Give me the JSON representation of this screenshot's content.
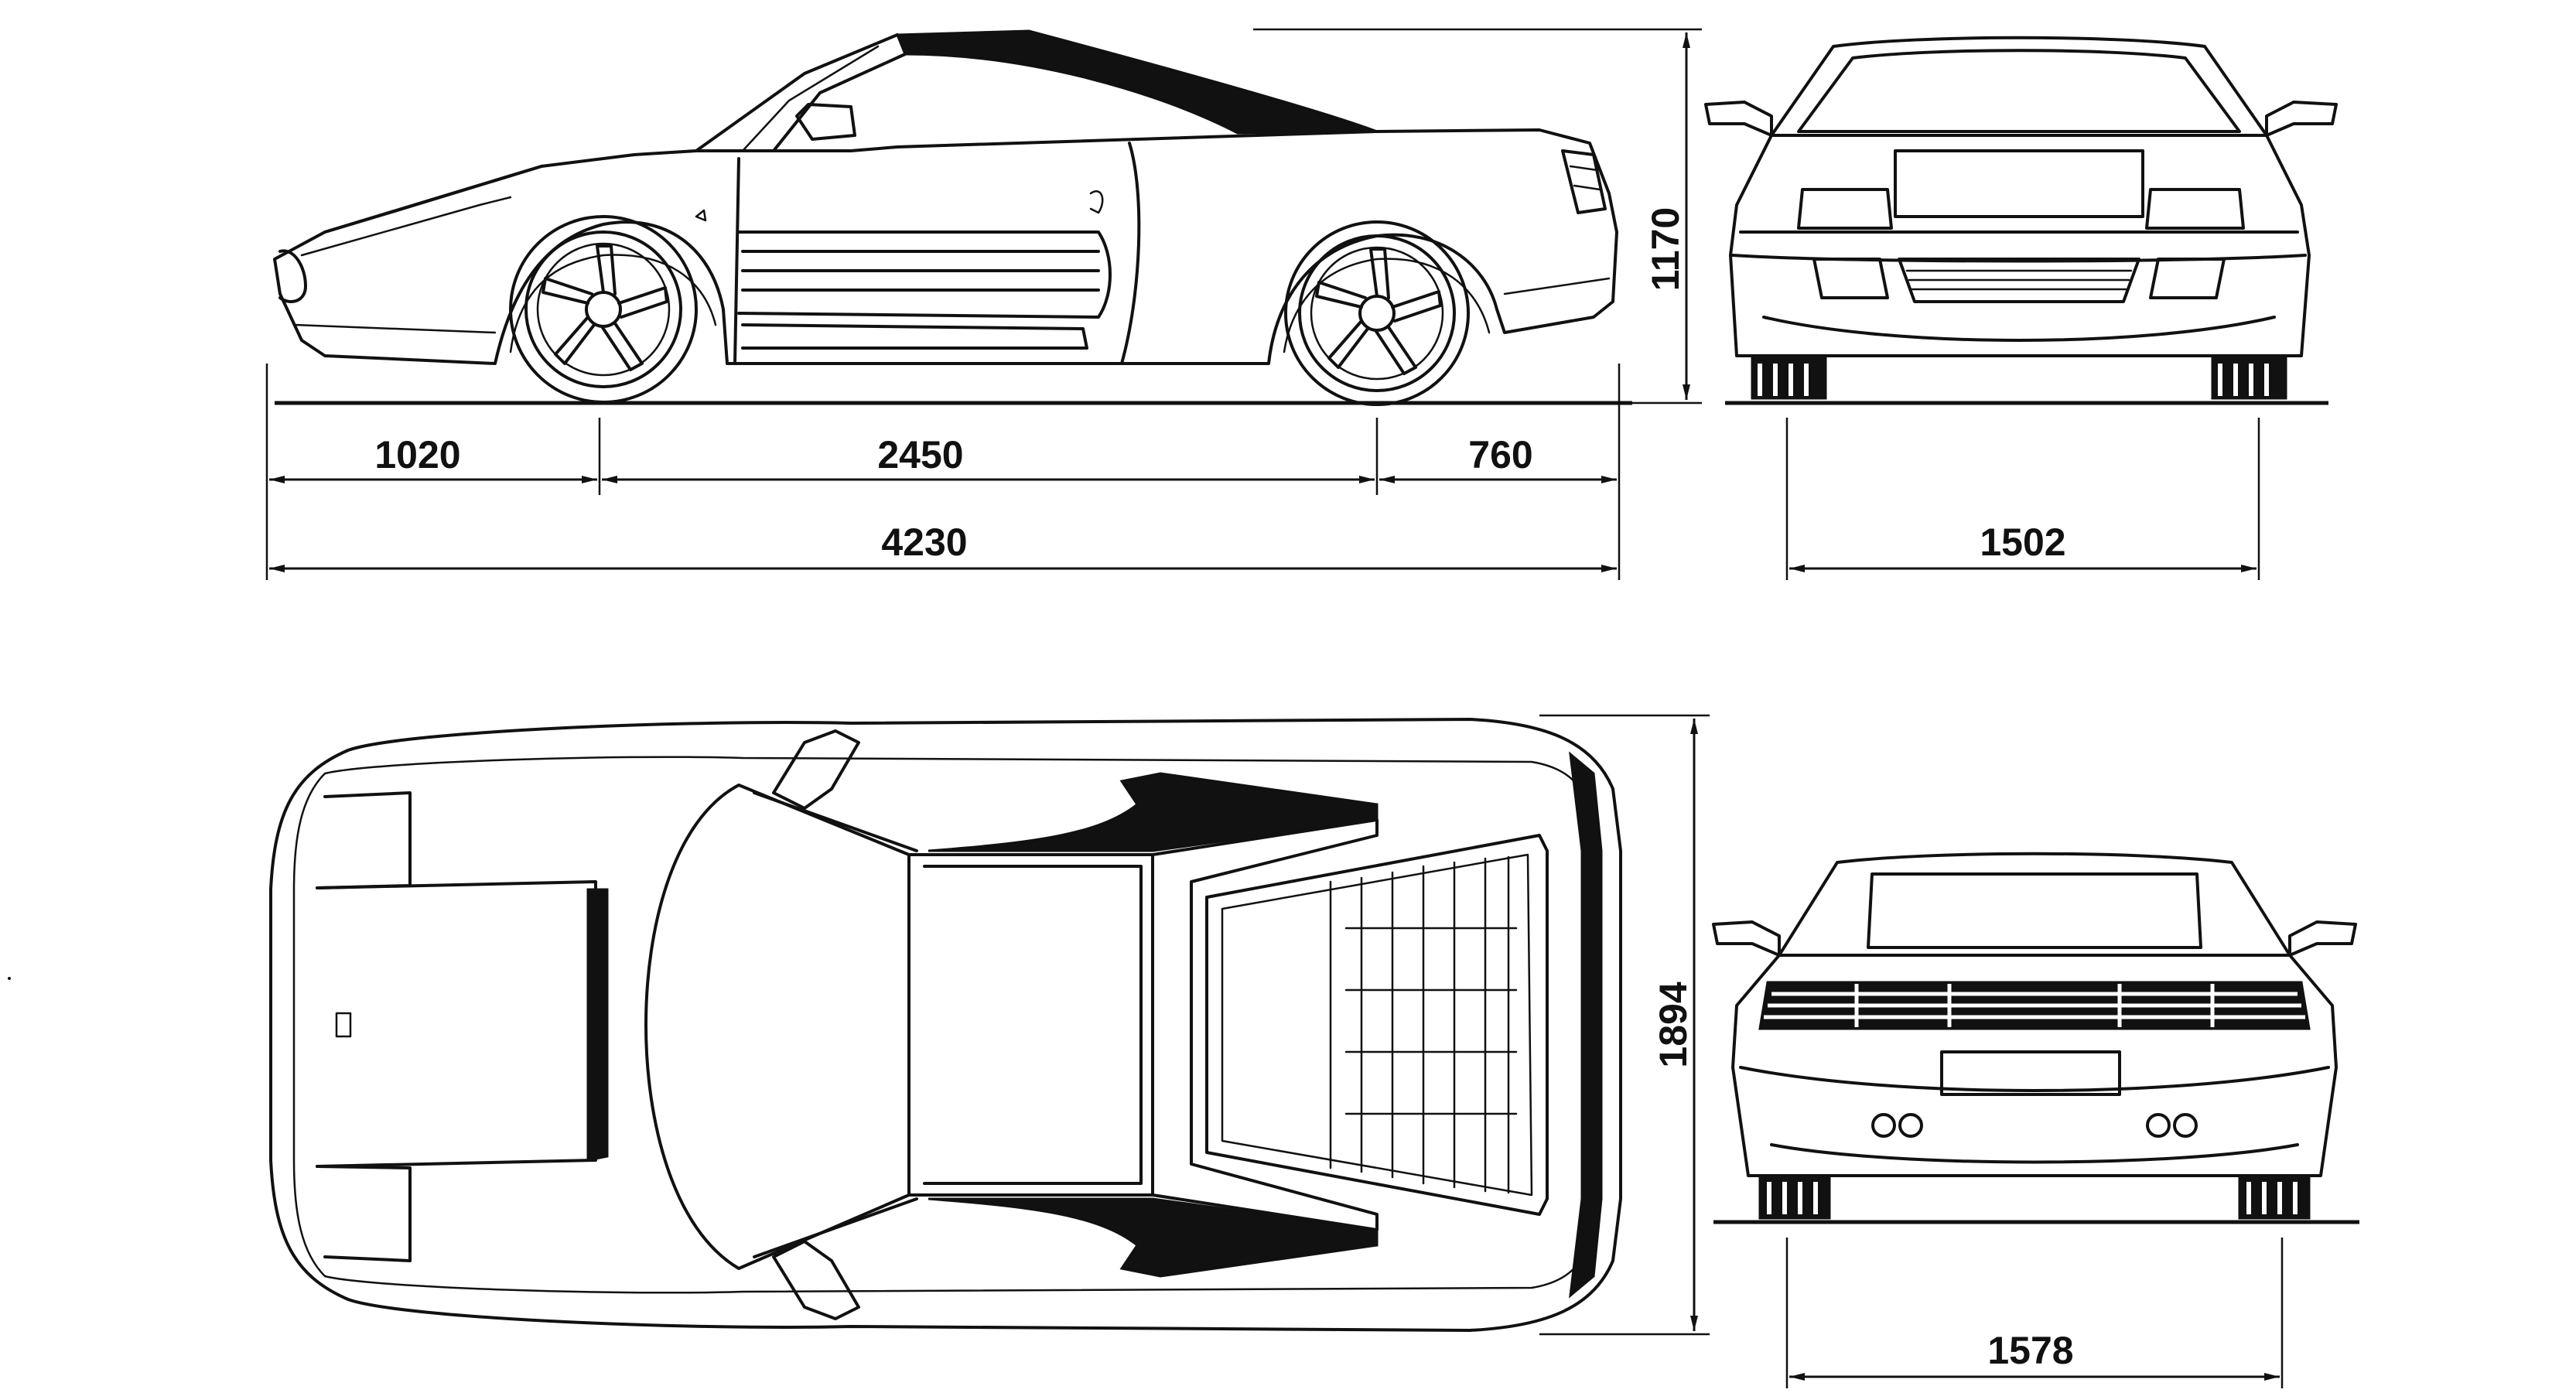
{
  "drawing": {
    "line_color": "#111111",
    "background": "#ffffff",
    "views": [
      "side-view",
      "front-view",
      "top-view",
      "rear-view"
    ]
  },
  "dimensions": {
    "front_overhang": "1020",
    "wheelbase": "2450",
    "rear_overhang": "760",
    "overall_length": "4230",
    "height": "1170",
    "front_track": "1502",
    "overall_width": "1894",
    "rear_track": "1578"
  }
}
